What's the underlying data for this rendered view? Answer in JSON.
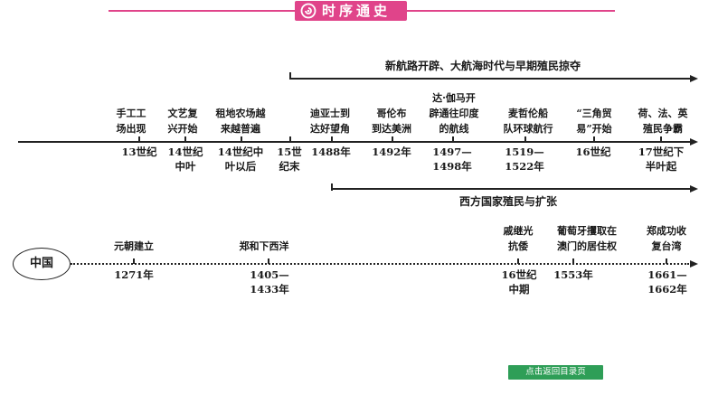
{
  "header": {
    "title": "时序通史"
  },
  "ranges": {
    "top": "新航路开辟、大航海时代与早期殖民掠夺",
    "bottom": "西方国家殖民与扩张"
  },
  "world": {
    "events": [
      {
        "text": "手工工\n场出现"
      },
      {
        "text": "文艺复\n兴开始"
      },
      {
        "text": "租地农场越\n来越普遍"
      },
      {
        "text": "迪亚士到\n达好望角"
      },
      {
        "text": "哥伦布\n到达美洲"
      },
      {
        "text": "达·伽马开\n辟通往印度\n的航线"
      },
      {
        "text": "麦哲伦船\n队环球航行"
      },
      {
        "text": "“三角贸\n易”开始"
      },
      {
        "text": "荷、法、英\n殖民争霸"
      }
    ],
    "times": [
      {
        "text": "13世纪"
      },
      {
        "text": "14世纪\n中叶"
      },
      {
        "text": "14世纪中\n叶以后"
      },
      {
        "text": "15世\n纪末"
      },
      {
        "text": "1488年"
      },
      {
        "text": "1492年"
      },
      {
        "text": "1497—\n1498年"
      },
      {
        "text": "1519—\n1522年"
      },
      {
        "text": "16世纪"
      },
      {
        "text": "17世纪下\n半叶起"
      }
    ]
  },
  "china": {
    "label": "中国",
    "events": [
      {
        "text": "元朝建立"
      },
      {
        "text": "郑和下西洋"
      },
      {
        "text": "戚继光\n抗倭"
      },
      {
        "text": "葡萄牙攫取在\n澳门的居住权"
      },
      {
        "text": "郑成功收\n复台湾"
      }
    ],
    "times": [
      {
        "text": "1271年"
      },
      {
        "text": "1405—\n1433年"
      },
      {
        "text": "16世纪\n中期"
      },
      {
        "text": "1553年"
      },
      {
        "text": "1661—\n1662年"
      }
    ]
  },
  "nav": {
    "back_label": "点击返回目录页"
  },
  "colors": {
    "accent": "#e0448a",
    "button": "#2e9e57",
    "line": "#222222"
  }
}
